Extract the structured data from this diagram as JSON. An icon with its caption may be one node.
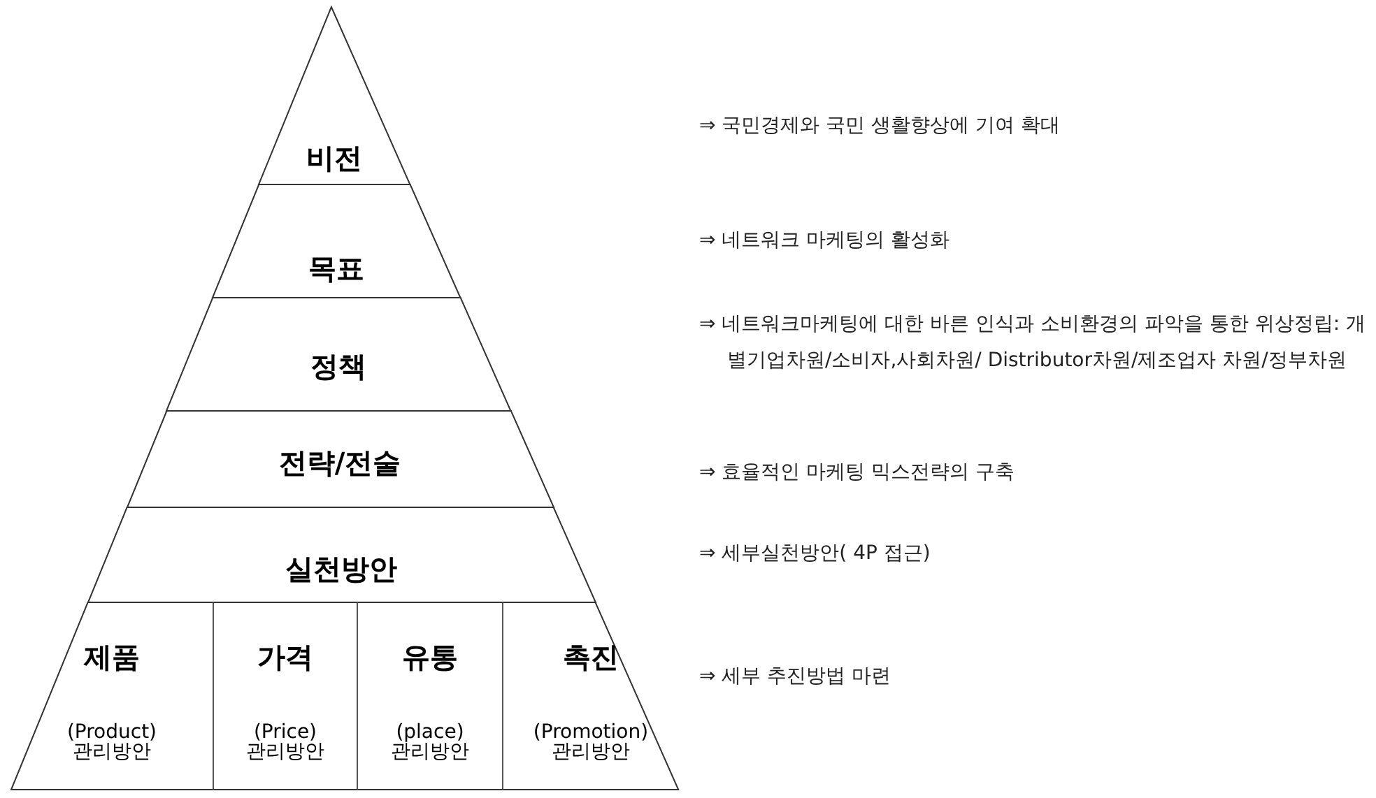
{
  "diagram": {
    "nodes": [
      {
        "text": [
          "비전"
        ]
      },
      {
        "text": [
          "목표"
        ]
      },
      {
        "text": [
          "정책"
        ]
      },
      {
        "text": [
          "전략/전술"
        ]
      },
      {
        "text": [
          "실천방안"
        ]
      },
      {
        "text": [],
        "shape": "box"
      },
      {
        "text": [
          "제품",
          "(Product) 관리방안"
        ],
        "in": 5
      },
      {
        "text": [
          "가격",
          "(Price) 관리방안"
        ],
        "in": 5
      },
      {
        "text": [
          "유통",
          "(place) 관리방안"
        ],
        "in": 5
      },
      {
        "text": [
          "촉진",
          "(Promotion) 관리방안"
        ],
        "in": 5
      }
    ],
    "edges": [],
    "labels": [
      "⇒ 국민경제와 국민 생활향상에 기여 확대",
      "⇒ 네트워크 마케팅의 활성화",
      "⇒ 네트워크마케팅에 대한 바른 인식과 소비환경의 파악을 통한 위상정립: 개별기업차원/소비자,사회차원/ Distributor차원/제조업자 차원/정부차원",
      "⇒ 효율적인 마케팅 믹스전략의 구축",
      "⇒ 세부실천방안( 4P 접근)",
      "⇒ 세부 추진방법 마련"
    ]
  }
}
